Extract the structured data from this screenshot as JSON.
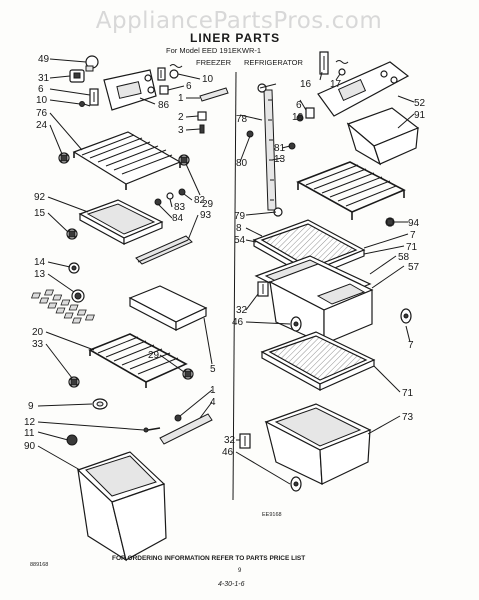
{
  "watermark": "AppliancePartsPros.com",
  "title": "LINER PARTS",
  "subtitle": "For Model EED 191EKWR-1",
  "section_freezer": "FREEZER",
  "section_refrigerator": "REFRIGERATOR",
  "footer": "FOR ORDERING INFORMATION REFER TO PARTS PRICE LIST",
  "page_number": "9",
  "handwritten_note": "4-30-1-6",
  "figure_code": "EE9168",
  "figure_code_left": "889168",
  "callouts": {
    "c49": "49",
    "c31": "31",
    "c6a": "6",
    "c10a": "10",
    "c76": "76",
    "c24": "24",
    "c10b": "10",
    "c6b": "6",
    "c86": "86",
    "c1a": "1",
    "c2": "2",
    "c3": "3",
    "c82": "82",
    "c83": "83",
    "c84": "84",
    "c29a": "29",
    "c93": "93",
    "c92": "92",
    "c15": "15",
    "c14": "14",
    "c13a": "13",
    "c20": "20",
    "c33": "33",
    "c29b": "29",
    "c5": "5",
    "c9": "9",
    "c12": "12",
    "c11": "11",
    "c90": "90",
    "c1b": "1",
    "c4": "4",
    "c16": "16",
    "c17": "17",
    "c6c": "6",
    "c10c": "10",
    "c52": "52",
    "c91": "91",
    "c78": "78",
    "c80": "80",
    "c81": "81",
    "c13b": "13",
    "c79": "79",
    "c8": "8",
    "c94": "94",
    "c7a": "7",
    "c54": "54",
    "c71a": "71",
    "c58": "58",
    "c57": "57",
    "c32a": "32",
    "c46a": "46",
    "c7b": "7",
    "c71b": "71",
    "c73": "73",
    "c32b": "32",
    "c46b": "46"
  }
}
